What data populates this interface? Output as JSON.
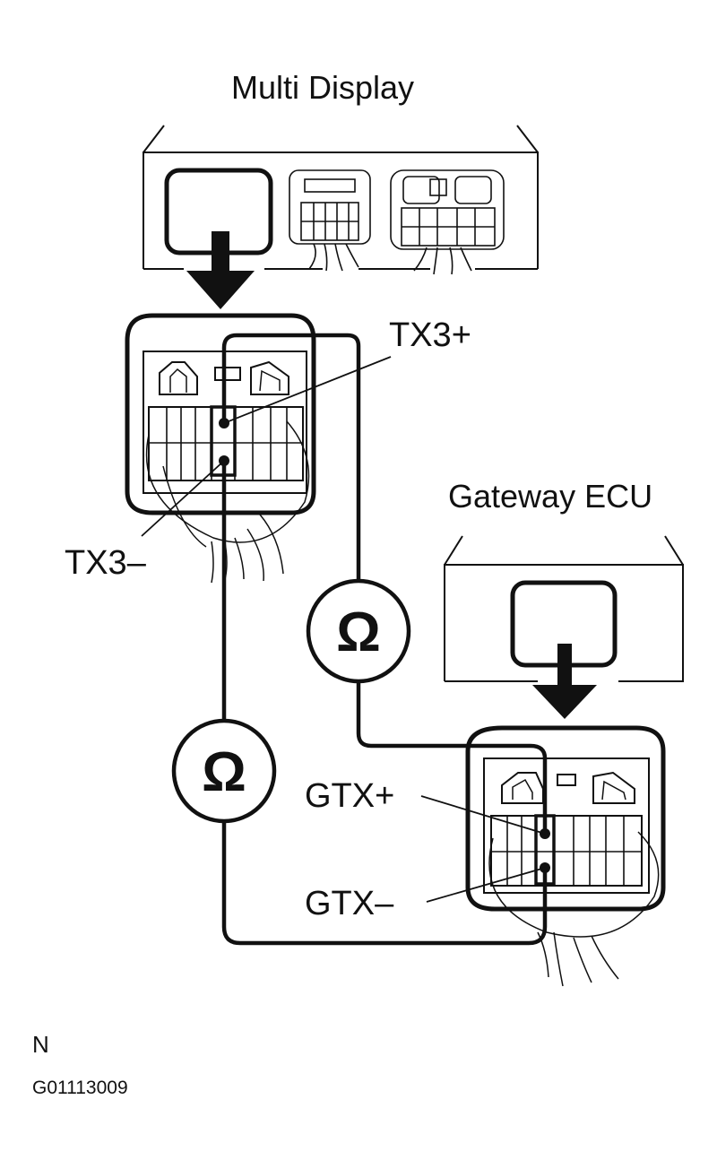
{
  "labels": {
    "multi_display": "Multi Display",
    "gateway_ecu": "Gateway ECU",
    "tx3_plus": "TX3+",
    "tx3_minus": "TX3–",
    "gtx_plus": "GTX+",
    "gtx_minus": "GTX–",
    "ohm_symbol": "Ω",
    "footer_letter": "N",
    "figure_code": "G01113009"
  },
  "colors": {
    "ink": "#111111",
    "background": "#ffffff"
  }
}
